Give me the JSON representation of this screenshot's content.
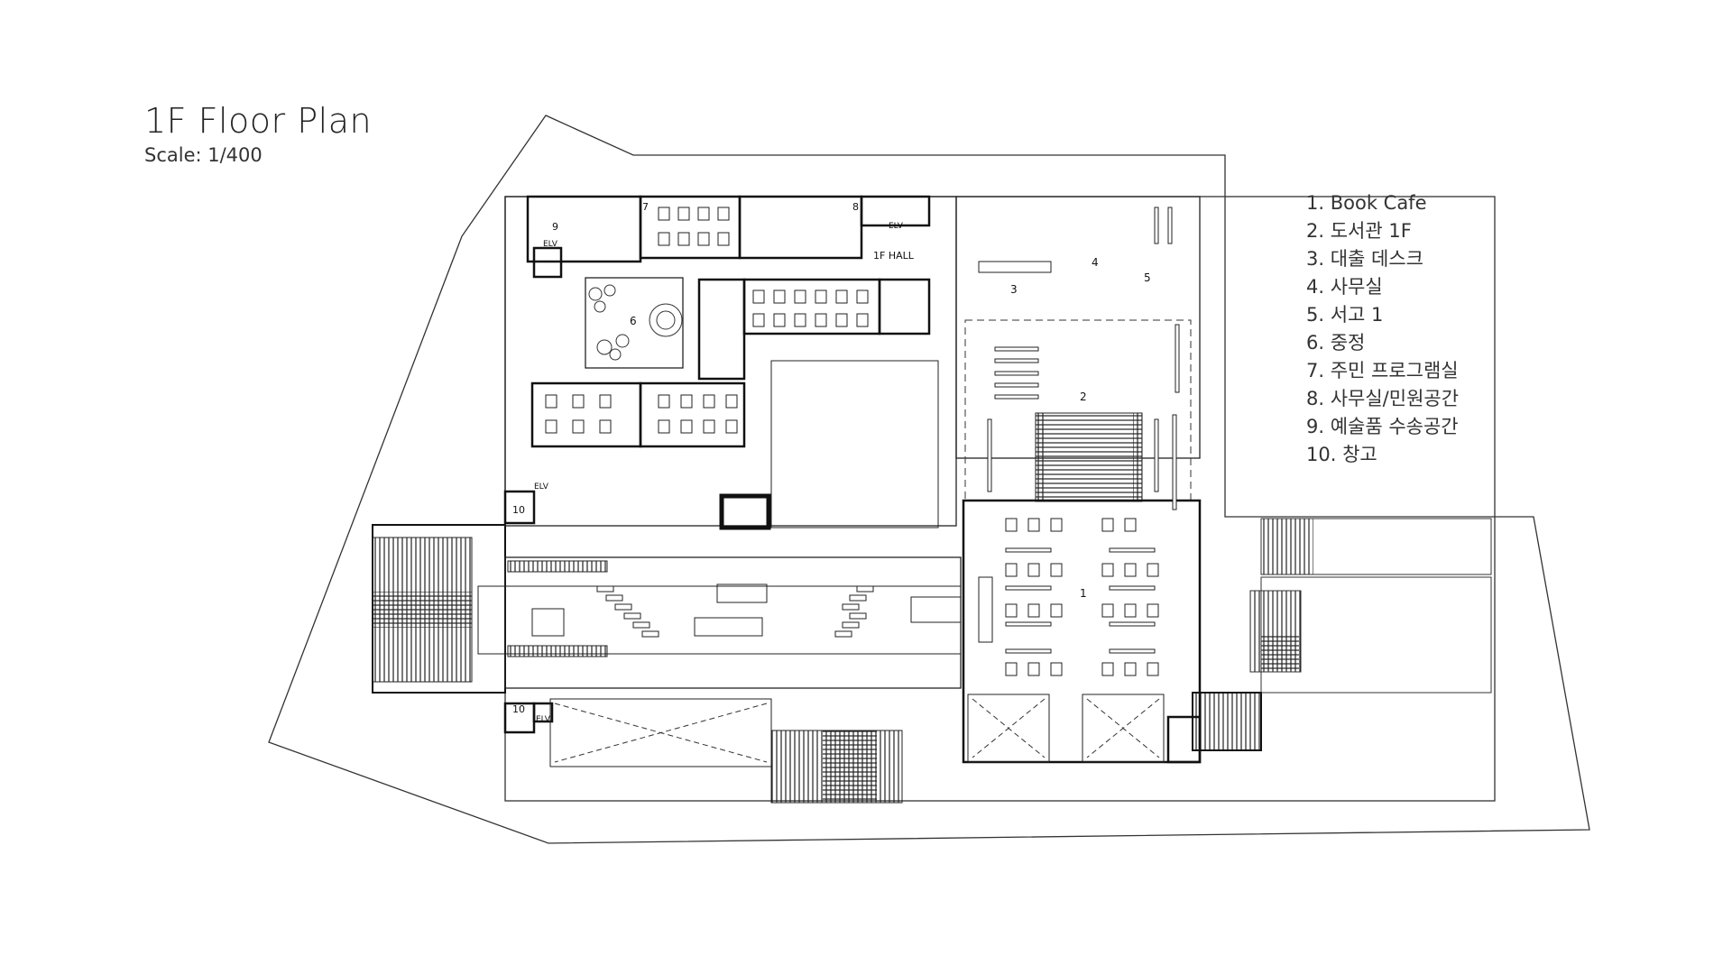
{
  "title": "1F Floor Plan",
  "scale": "Scale: 1/400",
  "legend": [
    "1. Book Cafe",
    "2. 도서관 1F",
    "3. 대출 데스크",
    "4. 사무실",
    "5. 서고 1",
    "6. 중정",
    "7. 주민 프로그램실",
    "8. 사무실/민원공간",
    "9. 예술품 수송공간",
    "10. 창고"
  ],
  "labels": {
    "hall": "1F HALL",
    "elv": "ELV",
    "storage": "10",
    "r1": "1",
    "r2": "2",
    "r3": "3",
    "r4": "4",
    "r5": "5",
    "r6": "6",
    "r7": "7",
    "r8": "8",
    "r9": "9"
  }
}
